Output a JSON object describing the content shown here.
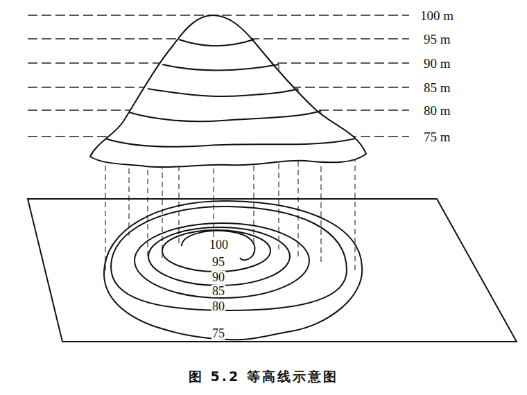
{
  "diagram": {
    "caption": "图 5.2  等高线示意图",
    "labels": [
      "100 m",
      "95 m",
      "90 m",
      "85 m",
      "80 m",
      "75 m",
      "100",
      "95",
      "90",
      "85",
      "80",
      "75"
    ]
  }
}
